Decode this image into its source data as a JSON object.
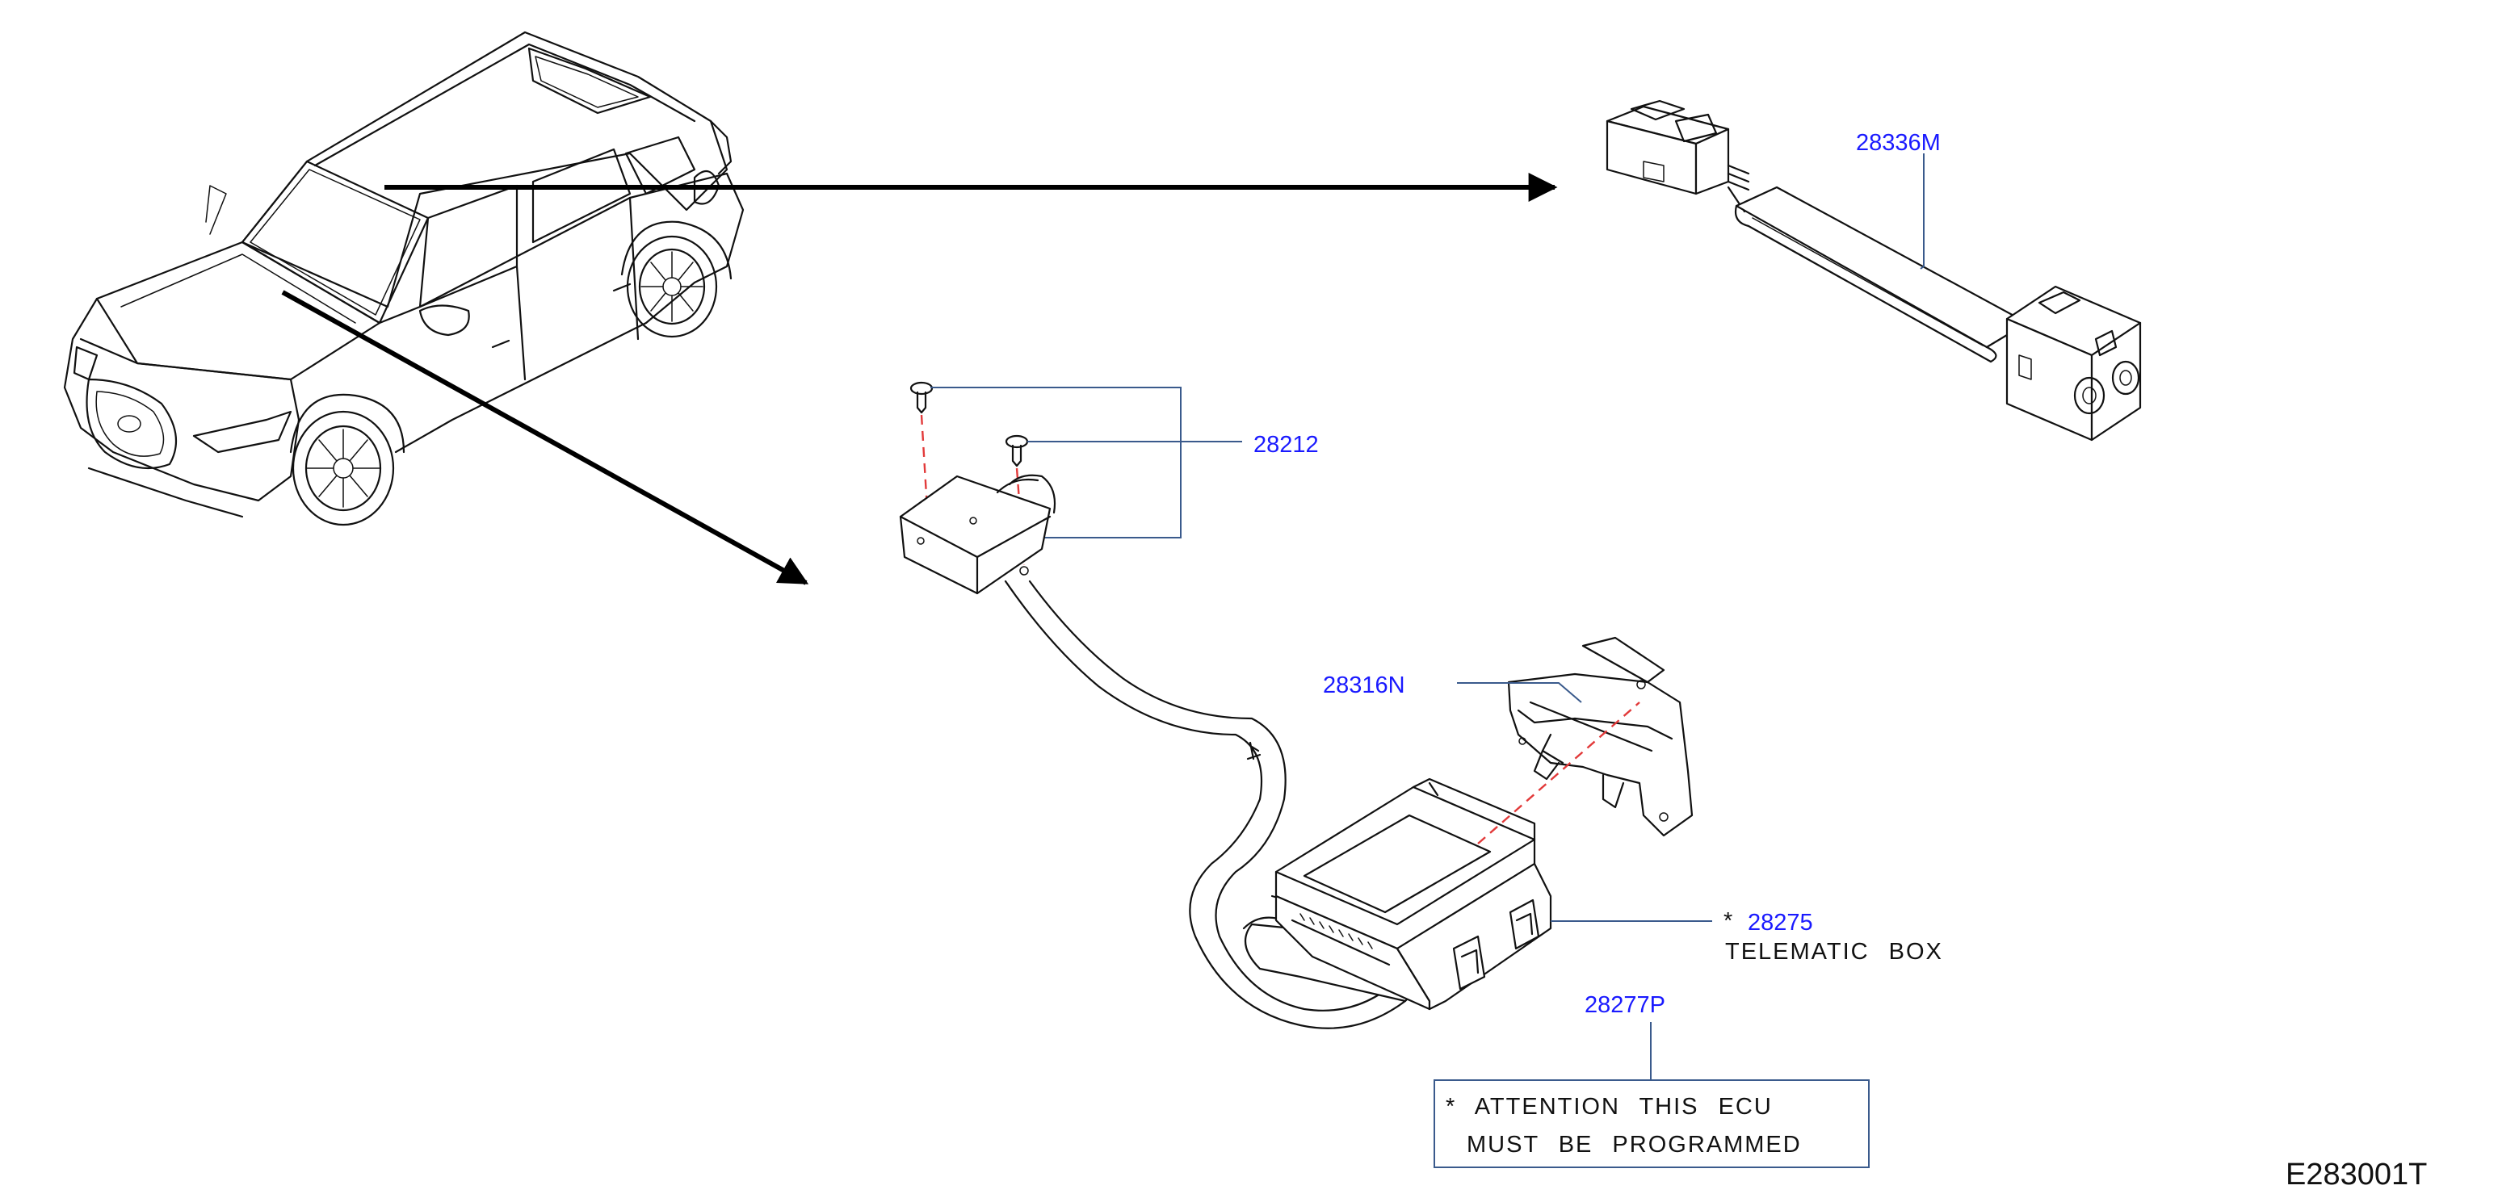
{
  "parts": {
    "harness_extension": "28336M",
    "screws": "28212",
    "bracket": "28316N",
    "telematic_box_marker": "*",
    "telematic_box": "28275",
    "telematic_box_name": "TELEMATIC BOX",
    "caution_label": "28277P"
  },
  "note": {
    "line1": "* ATTENTION THIS ECU",
    "line2": "MUST BE PROGRAMMED"
  },
  "figure_ref": "E283001T",
  "colors": {
    "part_number": "#1a1aff",
    "leader_line": "#3a5a8c",
    "dashed_assembly": "#e23a3a",
    "linework": "#111111"
  }
}
